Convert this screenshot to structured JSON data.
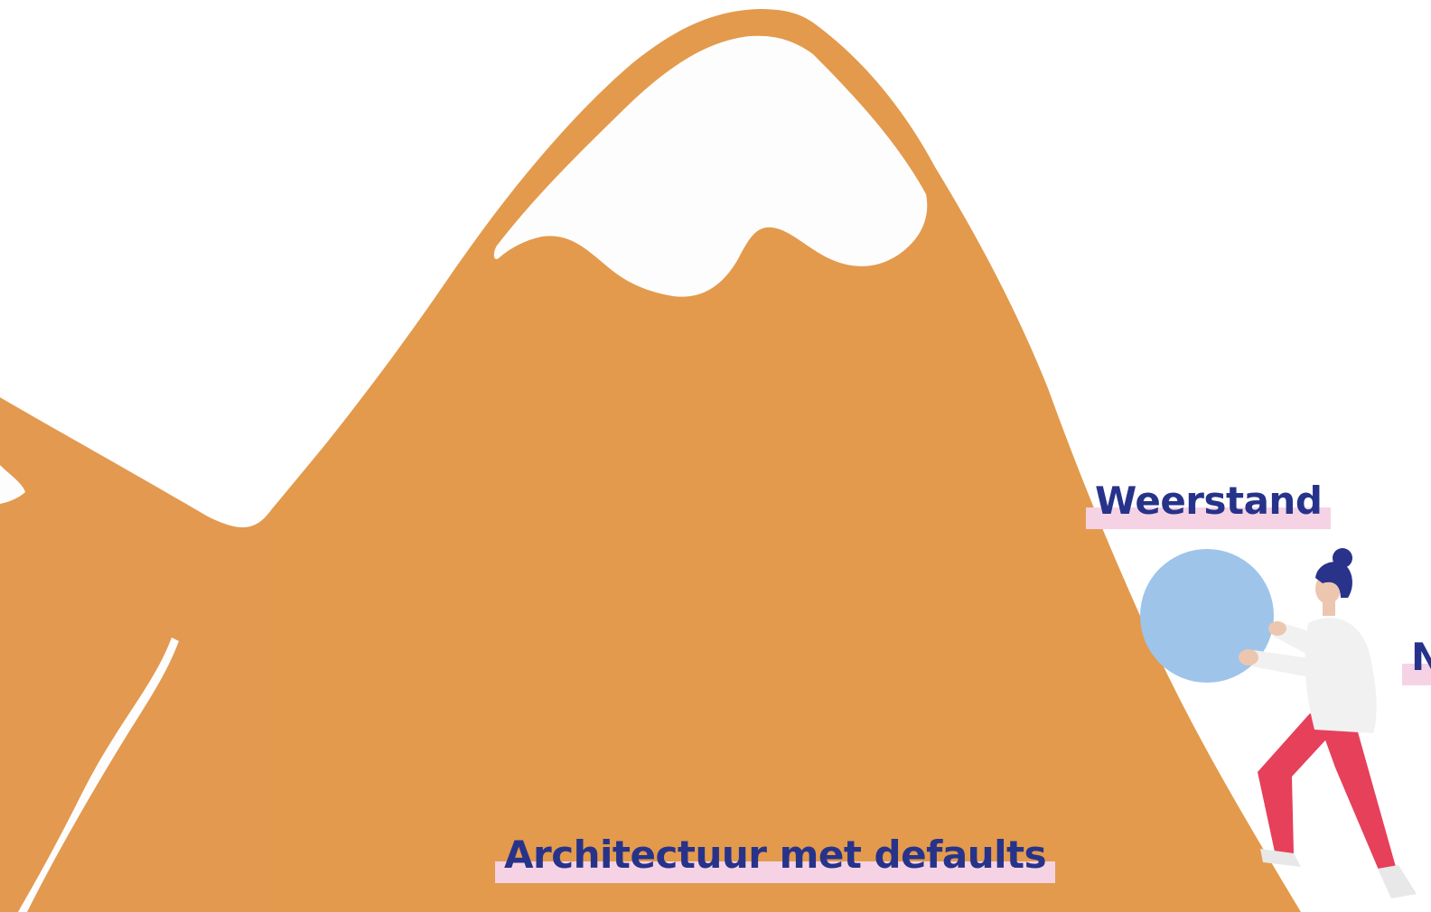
{
  "labels": {
    "resistance": "Weerstand",
    "architecture": "Architectuur met defaults",
    "cutoff_right": "N"
  },
  "colors": {
    "mountain": "#e39a4c",
    "snow": "#fdfdfd",
    "label_text": "#27338a",
    "label_highlight": "#f6d3e4",
    "ball": "#9ec4ea",
    "shirt": "#f1f1f1",
    "pants": "#e6405a",
    "hair": "#2a338a",
    "skin": "#edc6b0"
  },
  "icons": {
    "figure": "person-pushing-ball-icon",
    "ball": "ball-icon"
  }
}
